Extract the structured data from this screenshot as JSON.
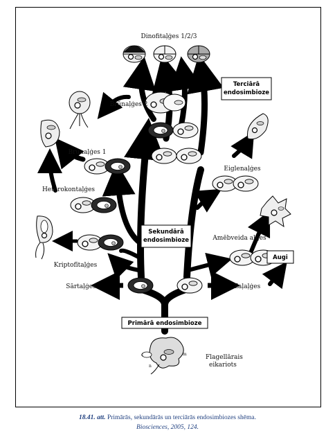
{
  "labels": {
    "dinoflagellates": "Dinofitaļģes 1/2/3",
    "tertiary": [
      "Terciārā",
      "endosimbioze"
    ],
    "brown_algae_2": "Brūnaļģes 2",
    "brown_algae_1": "Brūnaļģes 1",
    "heterokonts": "Heterokontaļģes",
    "euglenids": "Eiglenaļģes",
    "secondary": [
      "Sekundārā",
      "endosimbioze"
    ],
    "cryptophytes": "Kriptofītaļģes",
    "amoeboid": "Amēbveida aļģes",
    "fungi": "Augi",
    "red_algae": "Sārtaļģes",
    "green_algae": "Zaļaļģes",
    "primary": "Primārā endosimbioze",
    "flagellate_eukaryote": [
      "Flagellārais",
      "eikariots"
    ],
    "m_mark": "m",
    "n_mark": "n",
    "c_mark": "c"
  },
  "caption": {
    "number": "18.41. att.",
    "text": " Primārās, sekundārās un terciārās endosimbiozes shēma.",
    "source": "Biosciences, 2005, 124."
  }
}
